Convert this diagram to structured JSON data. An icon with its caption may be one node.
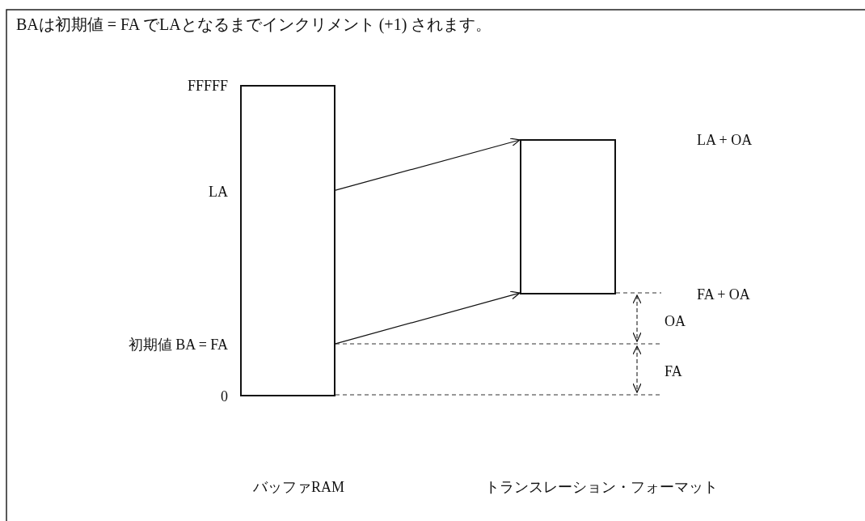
{
  "diagram": {
    "title": "BAは初期値 = FA でLAとなるまでインクリメント (+1) されます。",
    "nodes": [
      {
        "text": [],
        "shape": "box"
      },
      {
        "text": [],
        "shape": "box"
      }
    ],
    "edges": [
      {
        "from": 0,
        "to": 1,
        "arrow": "to"
      },
      {
        "from": 0,
        "to": 1,
        "arrow": "to"
      }
    ],
    "labels": [
      "FFFFF",
      "LA + OA",
      "LA",
      "FA + OA",
      "OA",
      "初期値 BA = FA",
      "FA",
      "0",
      "バッファRAM",
      "トランスレーション・フォーマット"
    ]
  }
}
